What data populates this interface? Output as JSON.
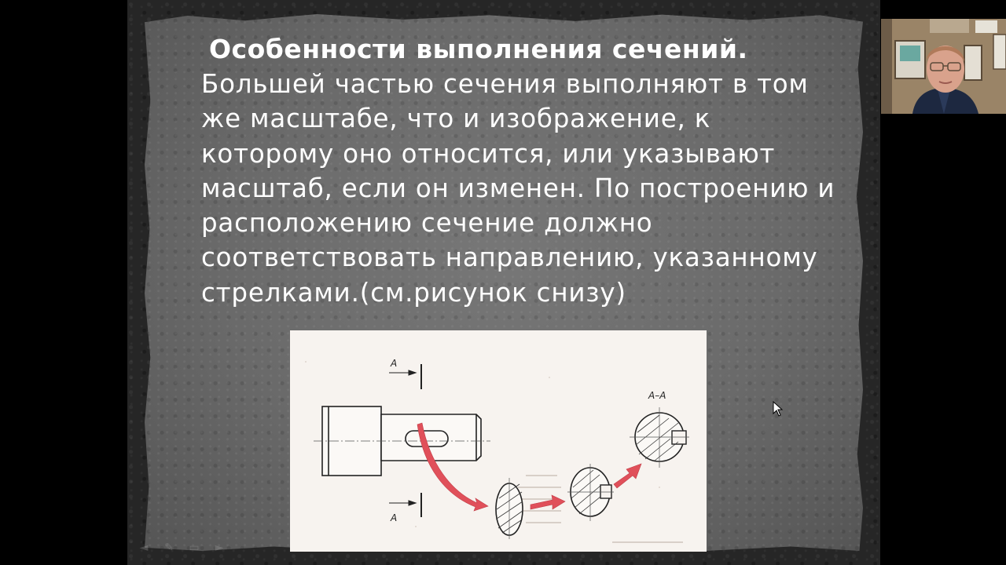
{
  "slide": {
    "title": "Особенности выполнения сечений.",
    "body": "Большей частью сечения выполняют в том же масштабе, что и изображение, к которому оно относится, или указывают масштаб, если он изменен. По построению и расположению сечение должно соответствовать направлению, указанному стрелками.(см.рисунок снизу)"
  },
  "figure": {
    "label_top": "А",
    "label_bottom": "А",
    "label_section": "А–А",
    "arrow_color": "#e0505a"
  },
  "controls": {
    "prev": "◄",
    "edit": "✎",
    "menu": "▭",
    "next": "►"
  },
  "colors": {
    "slide_background": "#262626",
    "paper": "#6a6a6a",
    "text": "#ffffff"
  }
}
